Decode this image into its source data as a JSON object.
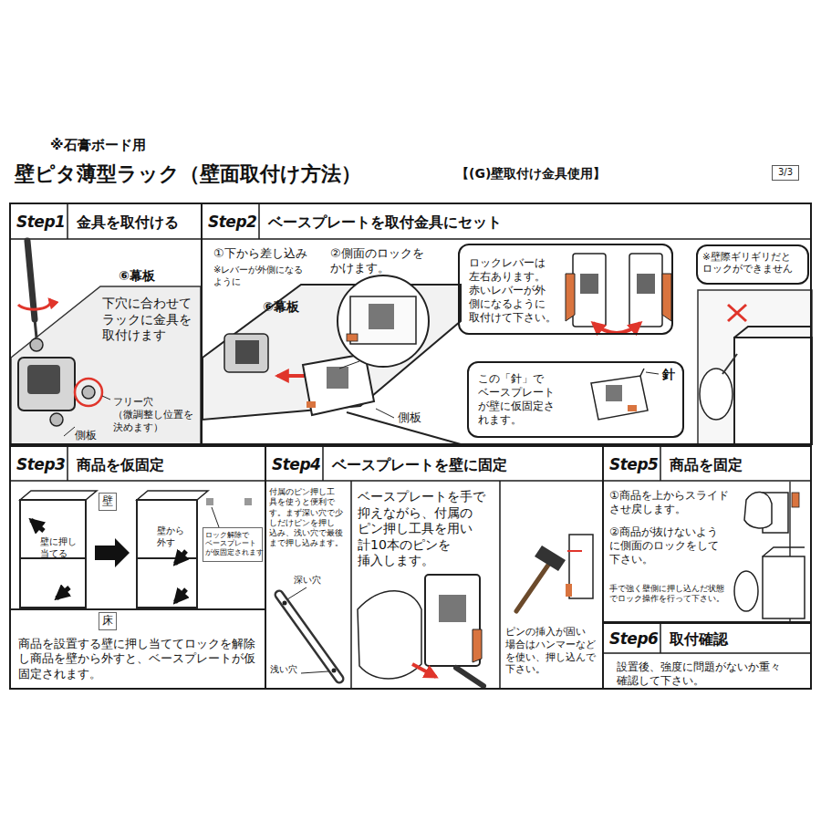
{
  "diagram": {
    "title": "壁ピタ薄型ラック（壁面取付け方法）",
    "nodes": [
      {
        "text": [
          "Step1",
          "金具を取付ける",
          "⑥幕板",
          "下穴に合わせて ラックに金具を 取付けます",
          "フリー穴 （微調整し位置を 決めます）",
          "側板"
        ]
      },
      {
        "text": [
          "Step2",
          "ベースプレートを取付金具にセット",
          "①下から差し込み",
          "※レバーが外側になる ように",
          "⑥幕板",
          "②側面のロックを かけます。",
          "側板"
        ]
      },
      {
        "text": [
          "ロックレバーは 左右あります。 赤いレバーが外 側になるように 取付けて下さい。"
        ],
        "in": 1
      },
      {
        "text": [
          "この「針」で ベースプレート が壁に仮固定さ れます。",
          "針"
        ],
        "in": 1
      },
      {
        "text": [
          "※壁際ギリギリだと ロックができません"
        ],
        "in": 1
      },
      {
        "text": [
          "Step3",
          "商品を仮固定",
          "壁に押し 当てる",
          "壁から 外す",
          "商品を設置する壁に押し当ててロックを解除 し商品を壁から外すと、ベースプレートが仮 固定されます。"
        ]
      },
      {
        "text": [
          "壁"
        ],
        "in": 5
      },
      {
        "text": [
          "床"
        ],
        "in": 5
      },
      {
        "text": [
          "ロック解除で ベースプレート が仮固定されます"
        ],
        "in": 5
      },
      {
        "text": [
          "Step4",
          "ベースプレートを壁に固定",
          "付属のピン押し工 具を使うと便利で す。まず深い穴で少 しだけピンを押し 込み、浅い穴で最後 まで押し込みます。",
          "深い穴",
          "浅い穴",
          "ベースプレートを手で 抑えながら、付属の ピン押し工具を用い 計10本のピンを 挿入します。",
          "ピンの挿入が固い 場合はハンマーなど を使い、押し込んで 下さい。"
        ]
      },
      {
        "text": [
          "Step5",
          "商品を固定",
          "①商品を上からスライド させ戻します。",
          "②商品が抜けないよう に側面のロックをして 下さい。",
          "手で強く壁側に押し込んだ状態 でロック操作を行って下さい。"
        ]
      },
      {
        "text": [
          "Step6",
          "取付確認",
          "設置後、強度に問題がないか重々 確認して下さい。"
        ]
      }
    ],
    "labels": [
      "※石膏ボード用",
      "【(G)壁取付け金具使用】",
      "3/3"
    ]
  }
}
